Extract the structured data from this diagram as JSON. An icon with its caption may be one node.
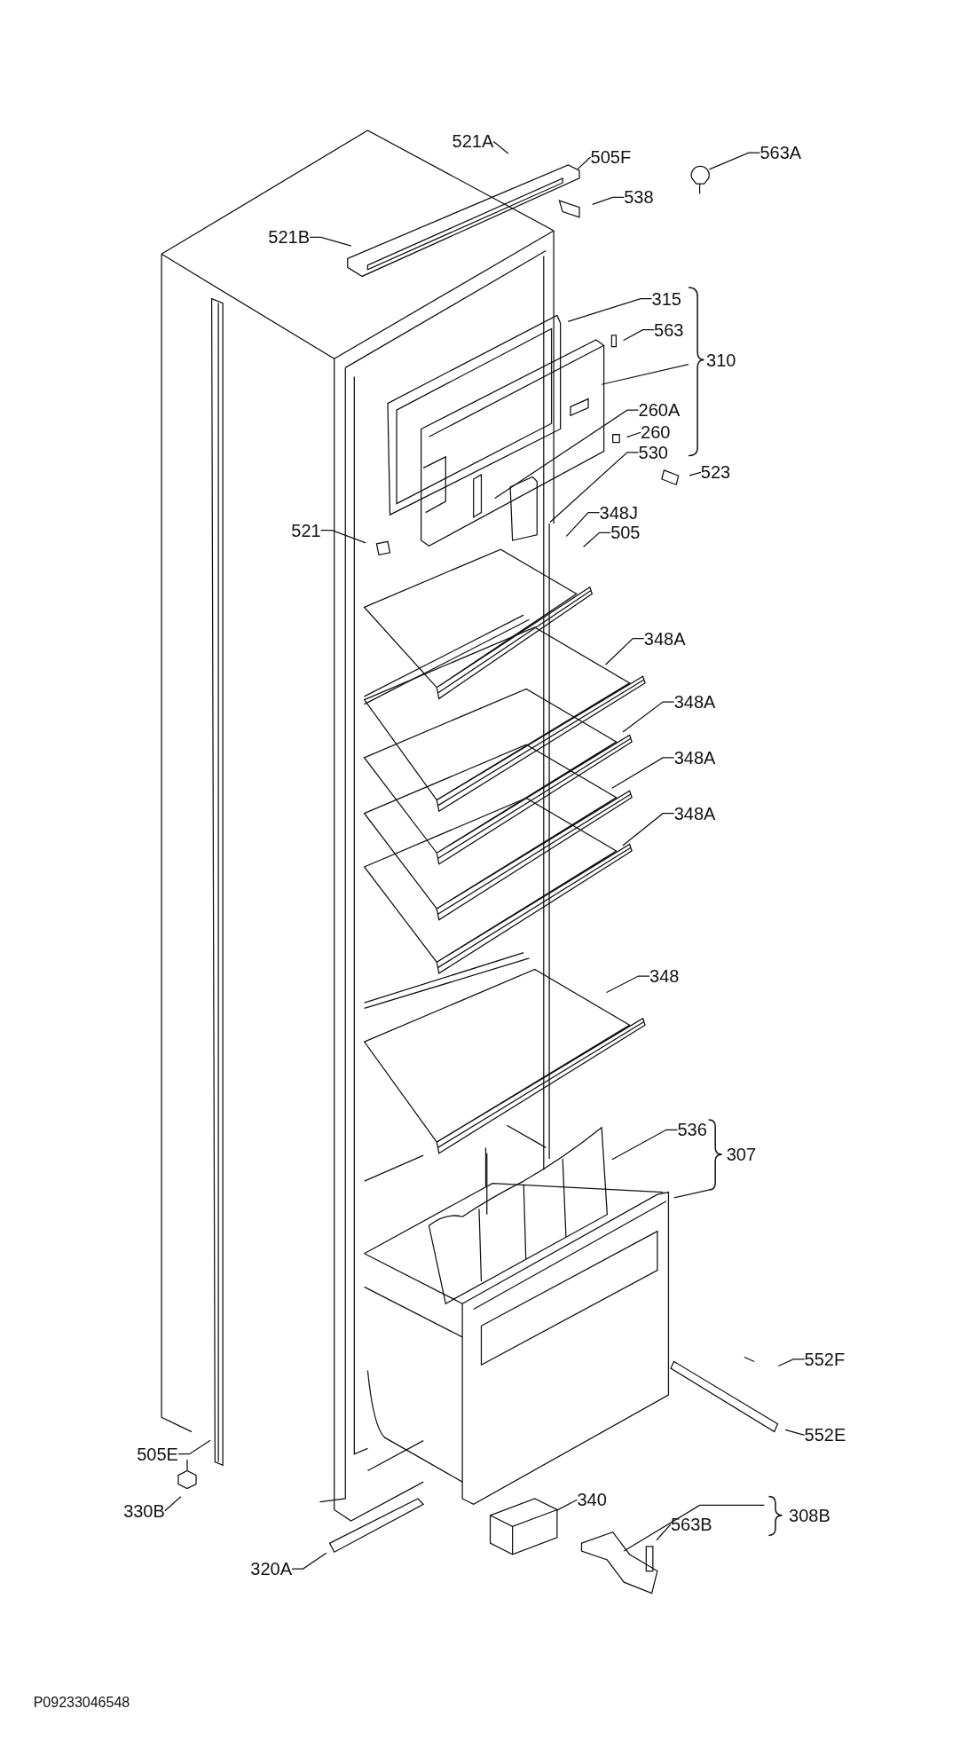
{
  "diagram": {
    "nodes": [
      {
        "text": [
          "521A"
        ]
      },
      {
        "text": [
          "505F"
        ]
      },
      {
        "text": [
          "563A"
        ]
      },
      {
        "text": [
          "538"
        ]
      },
      {
        "text": [
          "521B"
        ]
      },
      {
        "text": [
          "315"
        ]
      },
      {
        "text": [
          "563"
        ]
      },
      {
        "text": [
          "260A"
        ]
      },
      {
        "text": [
          "260"
        ]
      },
      {
        "text": [
          "530"
        ]
      },
      {
        "text": [
          "523"
        ]
      },
      {
        "text": [
          "348J"
        ]
      },
      {
        "text": [
          "521"
        ]
      },
      {
        "text": [
          "505"
        ]
      },
      {
        "text": [
          "348A"
        ]
      },
      {
        "text": [
          "348A"
        ]
      },
      {
        "text": [
          "348A"
        ]
      },
      {
        "text": [
          "348A"
        ]
      },
      {
        "text": [
          "348"
        ]
      },
      {
        "text": [
          "536"
        ]
      },
      {
        "text": [
          "552F"
        ]
      },
      {
        "text": [
          "552E"
        ]
      },
      {
        "text": [
          "505E"
        ]
      },
      {
        "text": [
          "340"
        ]
      },
      {
        "text": [
          "330B"
        ]
      },
      {
        "text": [
          "563B"
        ]
      },
      {
        "text": [
          "320A"
        ]
      }
    ],
    "edges": [
      {
        "from": 0,
        "to": null,
        "arrow": "none"
      },
      {
        "from": 1,
        "to": null,
        "arrow": "none"
      },
      {
        "from": 2,
        "to": null,
        "arrow": "none"
      },
      {
        "from": 3,
        "to": null,
        "arrow": "none"
      },
      {
        "from": 4,
        "to": null,
        "arrow": "none"
      },
      {
        "from": 5,
        "to": null,
        "arrow": "none"
      },
      {
        "from": 6,
        "to": null,
        "arrow": "none"
      },
      {
        "from": 7,
        "to": null,
        "arrow": "none"
      },
      {
        "from": 8,
        "to": null,
        "arrow": "none"
      },
      {
        "from": 9,
        "to": null,
        "arrow": "none"
      },
      {
        "from": 10,
        "to": null,
        "arrow": "none"
      },
      {
        "from": 11,
        "to": null,
        "arrow": "none"
      },
      {
        "from": 12,
        "to": null,
        "arrow": "none"
      },
      {
        "from": 13,
        "to": null,
        "arrow": "none"
      },
      {
        "from": 14,
        "to": null,
        "arrow": "none"
      },
      {
        "from": 15,
        "to": null,
        "arrow": "none"
      },
      {
        "from": 16,
        "to": null,
        "arrow": "none"
      },
      {
        "from": 17,
        "to": null,
        "arrow": "none"
      },
      {
        "from": 18,
        "to": null,
        "arrow": "none"
      },
      {
        "from": 19,
        "to": null,
        "arrow": "none"
      },
      {
        "from": 20,
        "to": null,
        "arrow": "none"
      },
      {
        "from": 21,
        "to": null,
        "arrow": "none"
      },
      {
        "from": 22,
        "to": null,
        "arrow": "none"
      },
      {
        "from": 23,
        "to": null,
        "arrow": "none"
      },
      {
        "from": 24,
        "to": null,
        "arrow": "none"
      },
      {
        "from": 25,
        "to": null,
        "arrow": "none"
      },
      {
        "from": 26,
        "to": null,
        "arrow": "none"
      }
    ],
    "labels": [
      "310",
      "307",
      "308B",
      "P09233046548"
    ]
  }
}
